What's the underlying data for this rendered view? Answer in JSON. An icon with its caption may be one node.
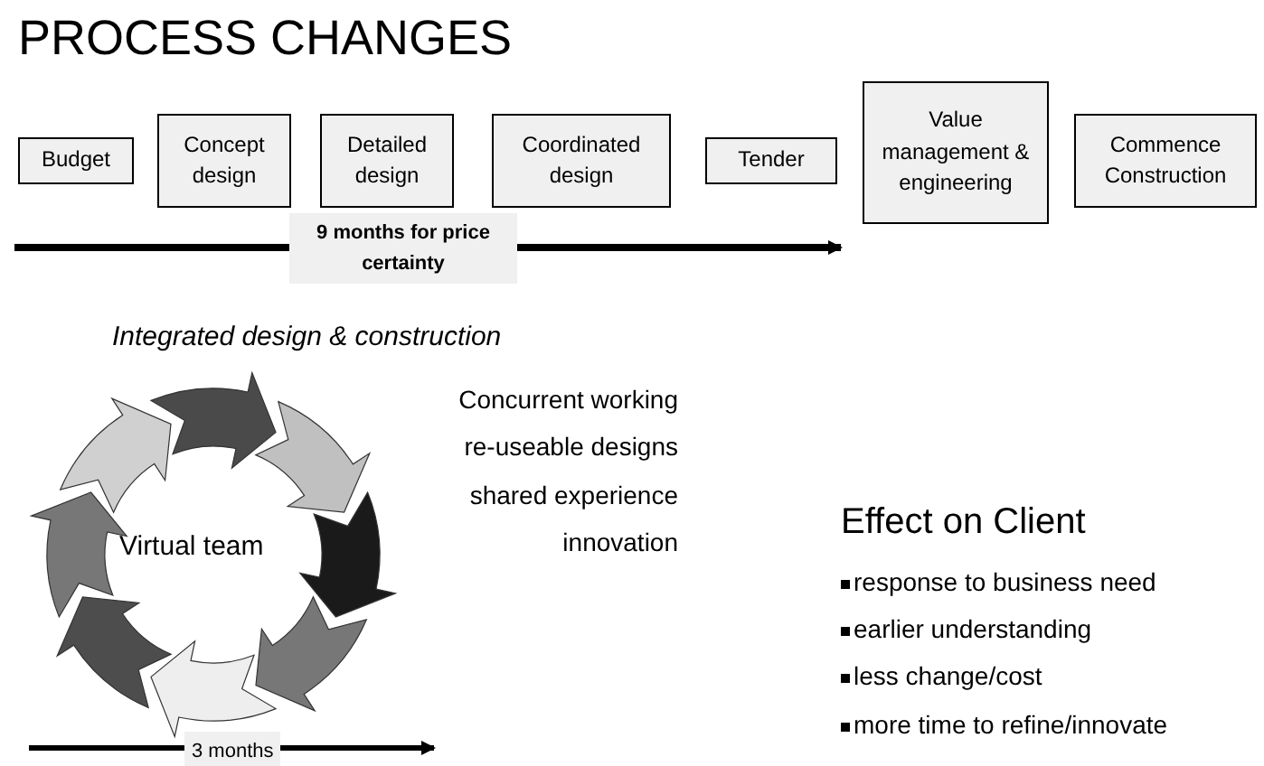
{
  "diagram": {
    "title": "PROCESS CHANGES",
    "nodes": [
      {
        "text": [
          "Budget"
        ]
      },
      {
        "text": [
          "Concept design"
        ]
      },
      {
        "text": [
          "Detailed design"
        ]
      },
      {
        "text": [
          "Coordinated design"
        ]
      },
      {
        "text": [
          "Tender"
        ]
      },
      {
        "text": [
          "Value management & engineering"
        ]
      },
      {
        "text": [
          "Commence Construction"
        ]
      }
    ],
    "edges": [],
    "labels": [
      "9 months for price certainty",
      "Integrated design & construction",
      "Virtual team",
      "Concurrent working",
      "re-useable designs",
      "shared experience",
      "innovation",
      "Effect on Client",
      "response to business need",
      "earlier understanding",
      "less change/cost",
      "more time to refine/innovate",
      "3 months"
    ]
  }
}
